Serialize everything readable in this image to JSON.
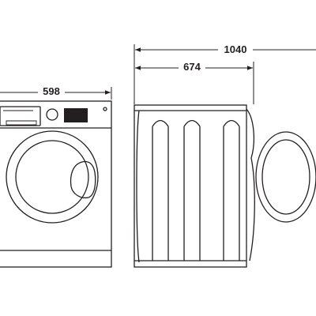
{
  "dimensions": {
    "total_depth_door_open": "1040",
    "depth": "674",
    "width": "598"
  },
  "colors": {
    "line": "#231f20",
    "background": "#ffffff",
    "display": "#231f20"
  }
}
